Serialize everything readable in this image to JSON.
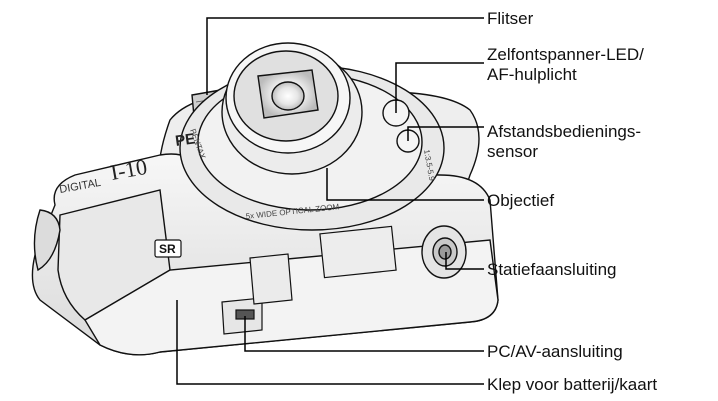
{
  "labels": {
    "flash": "Flitser",
    "selftimer_line1": "Zelfontspanner-LED/",
    "selftimer_line2": "AF-hulplicht",
    "remote_line1": "Afstandsbedienings-",
    "remote_line2": "sensor",
    "lens": "Objectief",
    "tripod": "Statiefaansluiting",
    "pcav": "PC/AV-aansluiting",
    "battery": "Klep voor batterij/kaart"
  },
  "body_text": {
    "digital": "DIGITAL",
    "model": "I-10",
    "brand": "PE",
    "sr_badge": "SR",
    "ring_zoom": "5x WIDE OPTICAL ZOOM",
    "ring_left": "PENTAX",
    "ring_right": "1:3.5-5.9"
  },
  "colors": {
    "outline": "#111111",
    "camera_light": "#f4f4f4",
    "camera_mid": "#e2e2e2",
    "camera_shadow": "#cfcfcf",
    "leader": "#000000"
  }
}
